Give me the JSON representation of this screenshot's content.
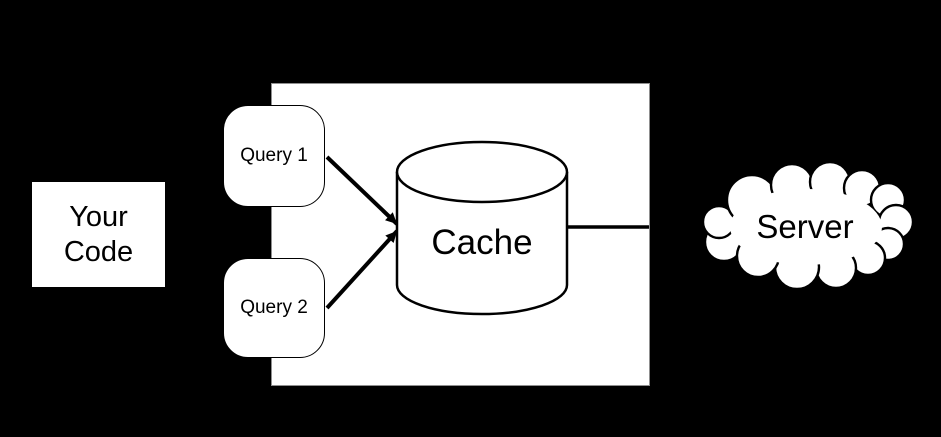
{
  "diagram": {
    "background_color": "#000000",
    "shape_fill_color": "#ffffff",
    "line_color": "#000000",
    "nodes": {
      "your_code": {
        "label": "Your Code",
        "shape": "rectangle"
      },
      "query1": {
        "label": "Query 1",
        "shape": "rounded-rectangle"
      },
      "query2": {
        "label": "Query 2",
        "shape": "rounded-rectangle"
      },
      "cache": {
        "label": "Cache",
        "shape": "cylinder"
      },
      "server": {
        "label": "Server",
        "shape": "cloud"
      }
    },
    "edges": [
      {
        "from": "query1",
        "to": "cache",
        "style": "arrow"
      },
      {
        "from": "query2",
        "to": "cache",
        "style": "arrow"
      },
      {
        "from": "cache",
        "to": "server",
        "style": "line"
      }
    ]
  }
}
